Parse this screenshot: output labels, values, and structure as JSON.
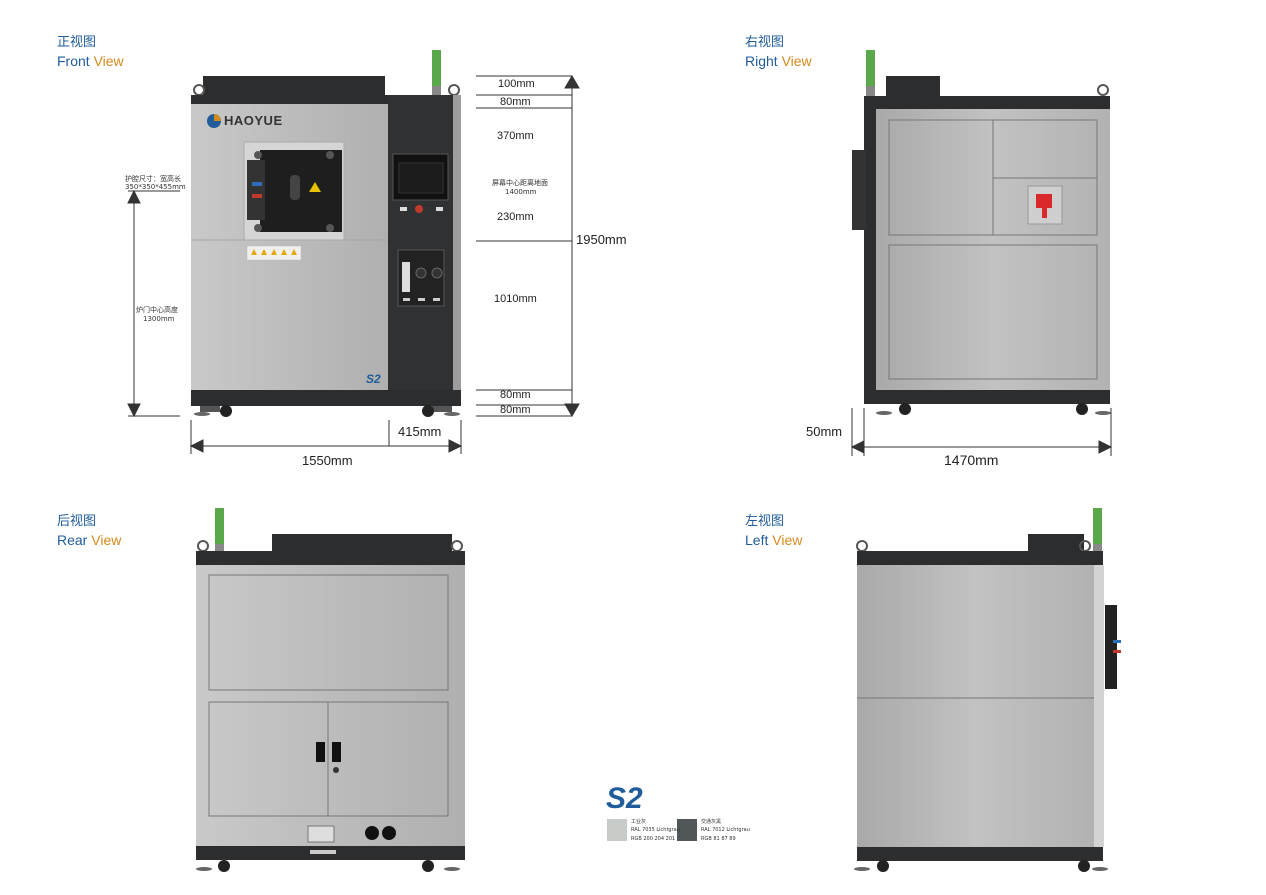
{
  "views": {
    "front": {
      "zh": "正视图",
      "en_a": "Front",
      "en_b": "View"
    },
    "right": {
      "zh": "右视图",
      "en_a": "Right",
      "en_b": "View"
    },
    "rear": {
      "zh": "后视图",
      "en_a": "Rear",
      "en_b": "View"
    },
    "left": {
      "zh": "左视图",
      "en_a": "Left",
      "en_b": "View"
    }
  },
  "brand": {
    "logo_text": "HAOYUE",
    "model": "S2"
  },
  "front_dims": {
    "d100": "100mm",
    "d80a": "80mm",
    "d370": "370mm",
    "screen_note_1": "屏幕中心距离地面",
    "screen_note_2": "1400mm",
    "d230": "230mm",
    "total_h": "1950mm",
    "d1010": "1010mm",
    "d80b": "80mm",
    "d80c": "80mm",
    "d415": "415mm",
    "width": "1550mm",
    "glovebox_1": "护腔尺寸：宽高长",
    "glovebox_2": "350*350*455mm",
    "door_center_1": "炉门中心高度",
    "door_center_2": "1300mm"
  },
  "right_dims": {
    "d50": "50mm",
    "depth": "1470mm"
  },
  "legend": {
    "model": "S2",
    "light": {
      "name": "工业灰",
      "ral": "RAL 7035 Lichtgrau",
      "rgb": "RGB 200 204 201",
      "color": "#c8ccc9"
    },
    "dark": {
      "name": "交通灰黑",
      "ral": "RAL 7012 Lichtgrau",
      "rgb": "RGB 81 87 89",
      "color": "#515759"
    }
  },
  "colors": {
    "panel": "#bdbdbd",
    "frame": "#2b2d2e",
    "accent_blue": "#1f5c99",
    "accent_orange": "#d58a1e",
    "green": "#5aa84a"
  }
}
